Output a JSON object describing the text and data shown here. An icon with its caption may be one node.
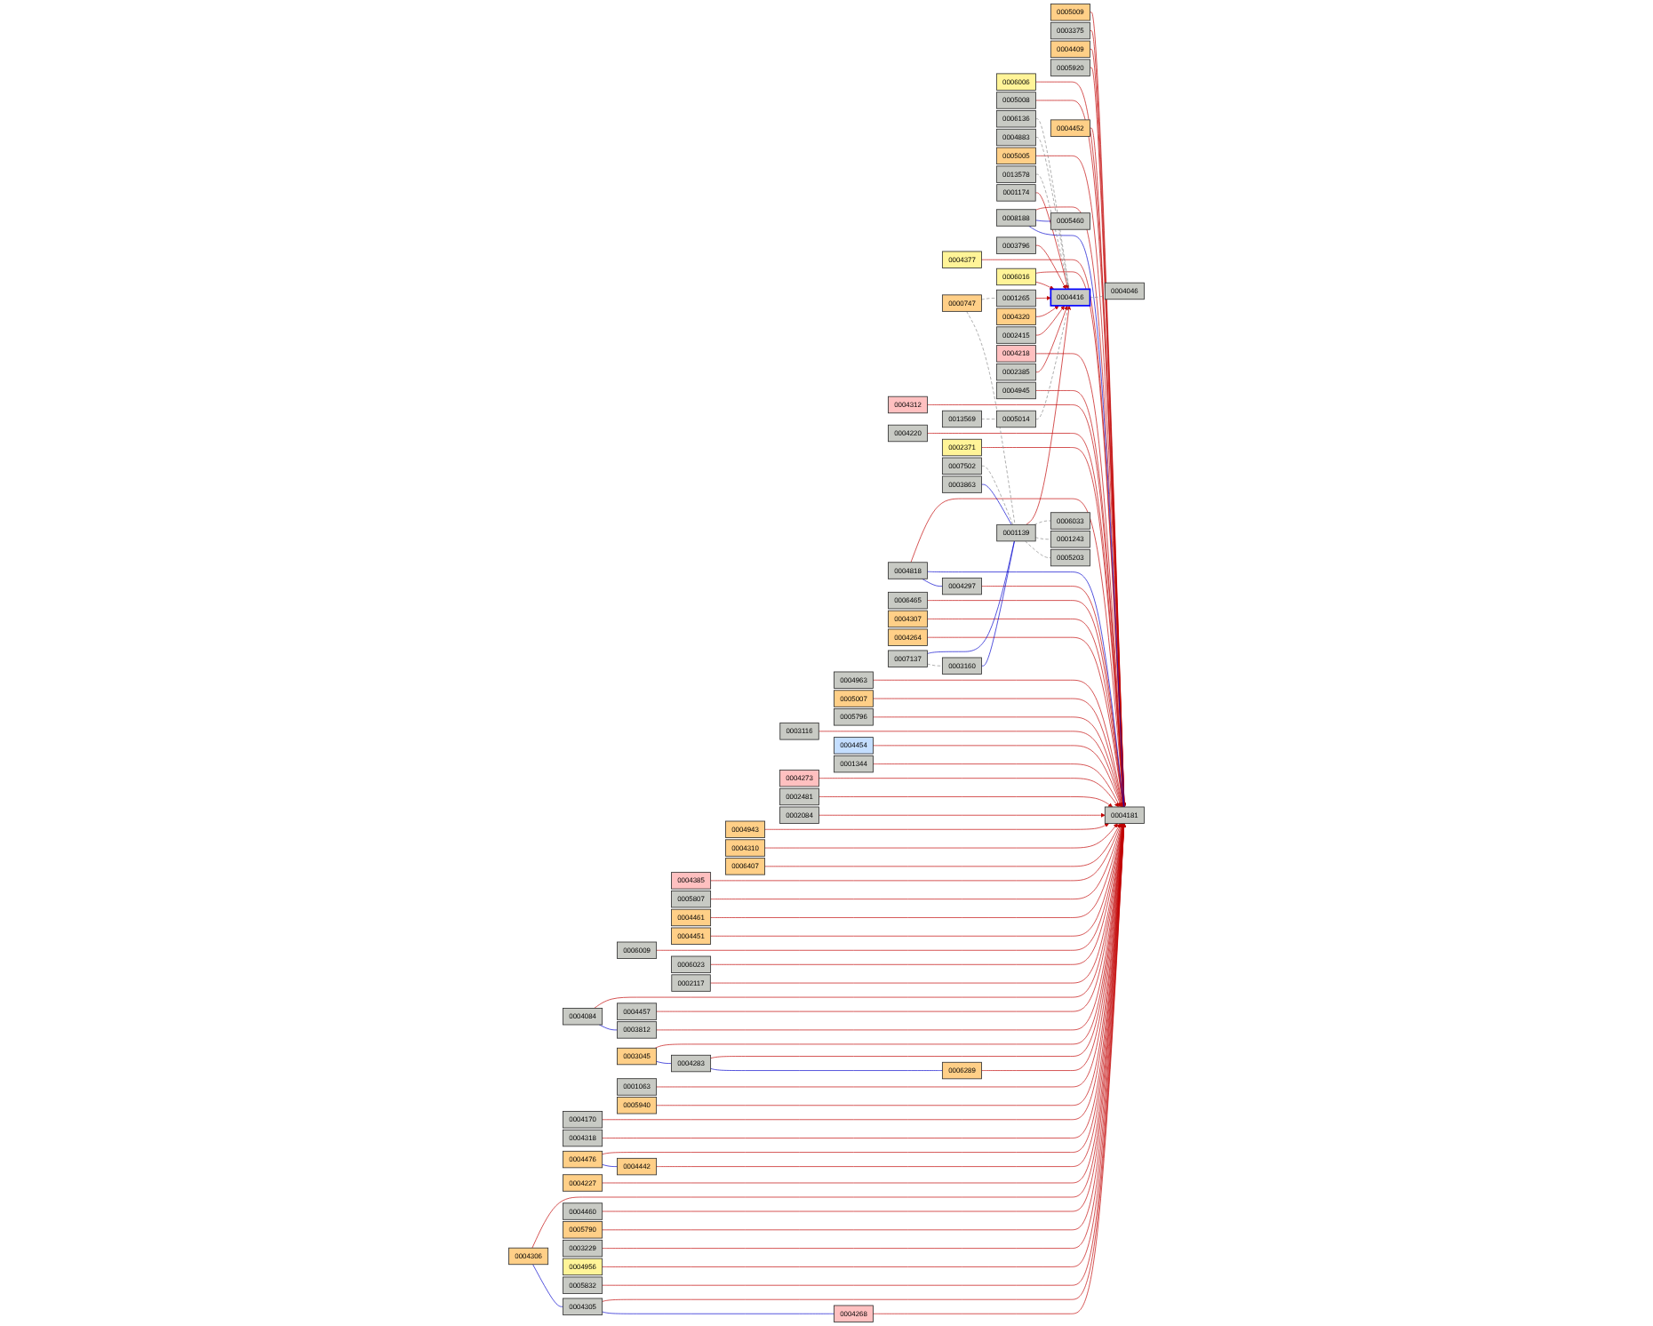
{
  "diagram": {
    "nodes": [
      {
        "text": [
          "0005009"
        ]
      },
      {
        "text": [
          "0006006"
        ]
      },
      {
        "text": [
          "0004377"
        ]
      },
      {
        "text": [
          "0004312"
        ]
      },
      {
        "text": [
          "0004963"
        ]
      },
      {
        "text": [
          "0003116"
        ]
      },
      {
        "text": [
          "0004943"
        ]
      },
      {
        "text": [
          "0004385"
        ]
      },
      {
        "text": [
          "0006009"
        ]
      },
      {
        "text": [
          "0004084"
        ]
      },
      {
        "text": [
          "0004170"
        ]
      },
      {
        "text": [
          "0003375"
        ]
      },
      {
        "text": [
          "0005008"
        ]
      },
      {
        "text": [
          "0006136"
        ]
      },
      {
        "text": [
          "0004220"
        ]
      },
      {
        "text": [
          "0005007"
        ]
      },
      {
        "text": [
          "0004273"
        ]
      },
      {
        "text": [
          "0004306"
        ]
      },
      {
        "text": [
          "0005807"
        ]
      },
      {
        "text": [
          "0003812"
        ]
      },
      {
        "text": [
          "0004883"
        ]
      },
      {
        "text": [
          "0004318"
        ]
      },
      {
        "text": [
          "0004409"
        ]
      },
      {
        "text": [
          "0005005"
        ]
      },
      {
        "text": [
          "0004476"
        ]
      },
      {
        "text": [
          "0004818"
        ]
      },
      {
        "text": [
          "0005796"
        ]
      },
      {
        "text": [
          "0013578"
        ]
      },
      {
        "text": [
          "0001174"
        ]
      },
      {
        "text": [
          "0004461"
        ]
      },
      {
        "text": [
          "0004457"
        ]
      },
      {
        "text": [
          "0004227"
        ]
      },
      {
        "text": [
          "0004305"
        ]
      },
      {
        "text": [
          "0005920"
        ]
      },
      {
        "text": [
          "0008188"
        ]
      },
      {
        "text": [
          "0005460"
        ]
      },
      {
        "text": [
          "0006465"
        ]
      },
      {
        "text": [
          "0003796"
        ]
      },
      {
        "text": [
          "0004181"
        ]
      },
      {
        "text": [
          "0004310"
        ]
      },
      {
        "text": [
          "0004451"
        ]
      },
      {
        "text": [
          "0004442"
        ]
      },
      {
        "text": [
          "0004460"
        ]
      },
      {
        "text": [
          "0001265"
        ]
      },
      {
        "text": [
          "0000747"
        ]
      },
      {
        "text": [
          "0006016"
        ]
      },
      {
        "text": [
          "0004297"
        ]
      },
      {
        "text": [
          "0003045"
        ]
      },
      {
        "text": [
          "0004268"
        ]
      },
      {
        "text": [
          "0002481"
        ]
      },
      {
        "text": [
          "0005014"
        ]
      },
      {
        "text": [
          "0004283"
        ]
      },
      {
        "text": [
          "0001063"
        ]
      },
      {
        "text": [
          "0004416"
        ]
      },
      {
        "text": [
          "0005790"
        ]
      },
      {
        "text": [
          "0004452"
        ]
      },
      {
        "text": [
          "0013569"
        ]
      },
      {
        "text": [
          "0006289"
        ]
      },
      {
        "text": [
          "0004307"
        ]
      },
      {
        "text": [
          "0004454"
        ]
      },
      {
        "text": [
          "0002084"
        ]
      },
      {
        "text": [
          "0006407"
        ]
      },
      {
        "text": [
          "0006023"
        ]
      },
      {
        "text": [
          "0004320"
        ]
      },
      {
        "text": [
          "0003229"
        ]
      },
      {
        "text": [
          "0004956"
        ]
      },
      {
        "text": [
          "0002415"
        ]
      },
      {
        "text": [
          "0004218"
        ]
      },
      {
        "text": [
          "0002371"
        ]
      },
      {
        "text": [
          "0004264"
        ]
      },
      {
        "text": [
          "0001344"
        ]
      },
      {
        "text": [
          "0007137"
        ]
      },
      {
        "text": [
          "0004046"
        ]
      },
      {
        "text": [
          "0002117"
        ]
      },
      {
        "text": [
          "0005940"
        ]
      },
      {
        "text": [
          "0005832"
        ]
      },
      {
        "text": [
          "0007502"
        ]
      },
      {
        "text": [
          "0002385"
        ]
      },
      {
        "text": [
          "0004945"
        ]
      },
      {
        "text": [
          "0003863"
        ]
      },
      {
        "text": [
          "0001139"
        ]
      },
      {
        "text": [
          "0003160"
        ]
      },
      {
        "text": [
          "0006033"
        ]
      },
      {
        "text": [
          "0001243"
        ]
      },
      {
        "text": [
          "0005203"
        ]
      }
    ],
    "edges": [
      {
        "from": 0,
        "to": 38,
        "arrow": "to"
      },
      {
        "from": 1,
        "to": 38,
        "arrow": "to"
      },
      {
        "from": 2,
        "to": 38,
        "arrow": "to"
      },
      {
        "from": 3,
        "to": 38,
        "arrow": "to"
      },
      {
        "from": 4,
        "to": 38,
        "arrow": "to"
      },
      {
        "from": 5,
        "to": 38,
        "arrow": "to"
      },
      {
        "from": 6,
        "to": 38,
        "arrow": "to"
      },
      {
        "from": 7,
        "to": 38,
        "arrow": "to"
      },
      {
        "from": 8,
        "to": 38,
        "arrow": "to"
      },
      {
        "from": 9,
        "to": 38,
        "arrow": "to"
      },
      {
        "from": 10,
        "to": 38,
        "arrow": "to"
      },
      {
        "from": 11,
        "to": 38,
        "arrow": "to"
      },
      {
        "from": 12,
        "to": 38,
        "arrow": "to"
      },
      {
        "from": 14,
        "to": 38,
        "arrow": "to"
      },
      {
        "from": 15,
        "to": 38,
        "arrow": "to"
      },
      {
        "from": 16,
        "to": 38,
        "arrow": "to"
      },
      {
        "from": 17,
        "to": 38,
        "arrow": "to"
      },
      {
        "from": 18,
        "to": 38,
        "arrow": "to"
      },
      {
        "from": 19,
        "to": 38,
        "arrow": "to"
      },
      {
        "from": 21,
        "to": 38,
        "arrow": "to"
      },
      {
        "from": 22,
        "to": 38,
        "arrow": "to"
      },
      {
        "from": 23,
        "to": 38,
        "arrow": "to"
      },
      {
        "from": 24,
        "to": 38,
        "arrow": "to"
      },
      {
        "from": 25,
        "to": 38,
        "arrow": "to"
      },
      {
        "from": 26,
        "to": 38,
        "arrow": "to"
      },
      {
        "from": 29,
        "to": 38,
        "arrow": "to"
      },
      {
        "from": 30,
        "to": 38,
        "arrow": "to"
      },
      {
        "from": 31,
        "to": 38,
        "arrow": "to"
      },
      {
        "from": 32,
        "to": 38,
        "arrow": "to"
      },
      {
        "from": 33,
        "to": 38,
        "arrow": "to"
      },
      {
        "from": 34,
        "to": 38,
        "arrow": "to"
      },
      {
        "from": 36,
        "to": 38,
        "arrow": "to"
      },
      {
        "from": 39,
        "to": 38,
        "arrow": "to"
      },
      {
        "from": 40,
        "to": 38,
        "arrow": "to"
      },
      {
        "from": 41,
        "to": 38,
        "arrow": "to"
      },
      {
        "from": 42,
        "to": 38,
        "arrow": "to"
      },
      {
        "from": 45,
        "to": 38,
        "arrow": "to"
      },
      {
        "from": 46,
        "to": 38,
        "arrow": "to"
      },
      {
        "from": 47,
        "to": 38,
        "arrow": "to"
      },
      {
        "from": 48,
        "to": 38,
        "arrow": "to"
      },
      {
        "from": 49,
        "to": 38,
        "arrow": "to"
      },
      {
        "from": 51,
        "to": 38,
        "arrow": "to"
      },
      {
        "from": 52,
        "to": 38,
        "arrow": "to"
      },
      {
        "from": 54,
        "to": 38,
        "arrow": "to"
      },
      {
        "from": 55,
        "to": 38,
        "arrow": "to"
      },
      {
        "from": 57,
        "to": 38,
        "arrow": "to"
      },
      {
        "from": 58,
        "to": 38,
        "arrow": "to"
      },
      {
        "from": 59,
        "to": 38,
        "arrow": "to"
      },
      {
        "from": 60,
        "to": 38,
        "arrow": "to"
      },
      {
        "from": 61,
        "to": 38,
        "arrow": "to"
      },
      {
        "from": 62,
        "to": 38,
        "arrow": "to"
      },
      {
        "from": 64,
        "to": 38,
        "arrow": "to"
      },
      {
        "from": 65,
        "to": 38,
        "arrow": "to"
      },
      {
        "from": 67,
        "to": 38,
        "arrow": "to"
      },
      {
        "from": 68,
        "to": 38,
        "arrow": "to"
      },
      {
        "from": 69,
        "to": 38,
        "arrow": "to"
      },
      {
        "from": 70,
        "to": 38,
        "arrow": "to"
      },
      {
        "from": 73,
        "to": 38,
        "arrow": "to"
      },
      {
        "from": 74,
        "to": 38,
        "arrow": "to"
      },
      {
        "from": 75,
        "to": 38,
        "arrow": "to"
      },
      {
        "from": 78,
        "to": 38,
        "arrow": "to"
      },
      {
        "from": 28,
        "to": 53,
        "arrow": "to"
      },
      {
        "from": 37,
        "to": 53,
        "arrow": "to"
      },
      {
        "from": 43,
        "to": 53,
        "arrow": "to"
      },
      {
        "from": 45,
        "to": 53,
        "arrow": "to"
      },
      {
        "from": 63,
        "to": 53,
        "arrow": "to"
      },
      {
        "from": 66,
        "to": 53,
        "arrow": "to"
      },
      {
        "from": 77,
        "to": 53,
        "arrow": "to"
      },
      {
        "from": 80,
        "to": 53,
        "arrow": "to"
      },
      {
        "from": 9,
        "to": 19,
        "arrow": "none",
        "color": "#0000cc"
      },
      {
        "from": 25,
        "to": 38,
        "arrow": "none",
        "color": "#0000cc"
      },
      {
        "from": 25,
        "to": 46,
        "arrow": "none",
        "color": "#0000cc"
      },
      {
        "from": 17,
        "to": 32,
        "arrow": "none",
        "color": "#0000cc"
      },
      {
        "from": 32,
        "to": 48,
        "arrow": "none",
        "color": "#0000cc"
      },
      {
        "from": 34,
        "to": 35,
        "arrow": "none",
        "color": "#0000cc"
      },
      {
        "from": 34,
        "to": 38,
        "arrow": "none",
        "color": "#0000cc"
      },
      {
        "from": 24,
        "to": 41,
        "arrow": "none",
        "color": "#0000cc"
      },
      {
        "from": 47,
        "to": 51,
        "arrow": "none",
        "color": "#0000cc"
      },
      {
        "from": 51,
        "to": 57,
        "arrow": "none",
        "color": "#0000cc"
      },
      {
        "from": 71,
        "to": 80,
        "arrow": "none",
        "color": "#0000cc"
      },
      {
        "from": 79,
        "to": 80,
        "arrow": "none",
        "color": "#0000cc"
      },
      {
        "from": 81,
        "to": 80,
        "arrow": "none",
        "color": "#0000cc"
      },
      {
        "from": 13,
        "to": 53,
        "arrow": "none",
        "style": "dashed",
        "color": "#888888"
      },
      {
        "from": 20,
        "to": 53,
        "arrow": "none",
        "style": "dashed",
        "color": "#888888"
      },
      {
        "from": 27,
        "to": 53,
        "arrow": "none",
        "style": "dashed",
        "color": "#888888"
      },
      {
        "from": 44,
        "to": 43,
        "arrow": "none",
        "style": "dashed",
        "color": "#888888"
      },
      {
        "from": 44,
        "to": 80,
        "arrow": "none",
        "style": "dashed",
        "color": "#888888"
      },
      {
        "from": 56,
        "to": 50,
        "arrow": "none",
        "style": "dashed",
        "color": "#888888"
      },
      {
        "from": 50,
        "to": 53,
        "arrow": "none",
        "style": "dashed",
        "color": "#888888"
      },
      {
        "from": 53,
        "to": 72,
        "arrow": "none",
        "style": "dashed",
        "color": "#888888"
      },
      {
        "from": 71,
        "to": 81,
        "arrow": "none",
        "style": "dashed",
        "color": "#888888"
      },
      {
        "from": 76,
        "to": 80,
        "arrow": "none",
        "style": "dashed",
        "color": "#888888"
      },
      {
        "from": 80,
        "to": 82,
        "arrow": "none",
        "style": "dashed",
        "color": "#888888"
      },
      {
        "from": 80,
        "to": 83,
        "arrow": "none",
        "style": "dashed",
        "color": "#888888"
      },
      {
        "from": 80,
        "to": 84,
        "arrow": "none",
        "style": "dashed",
        "color": "#888888"
      }
    ]
  }
}
